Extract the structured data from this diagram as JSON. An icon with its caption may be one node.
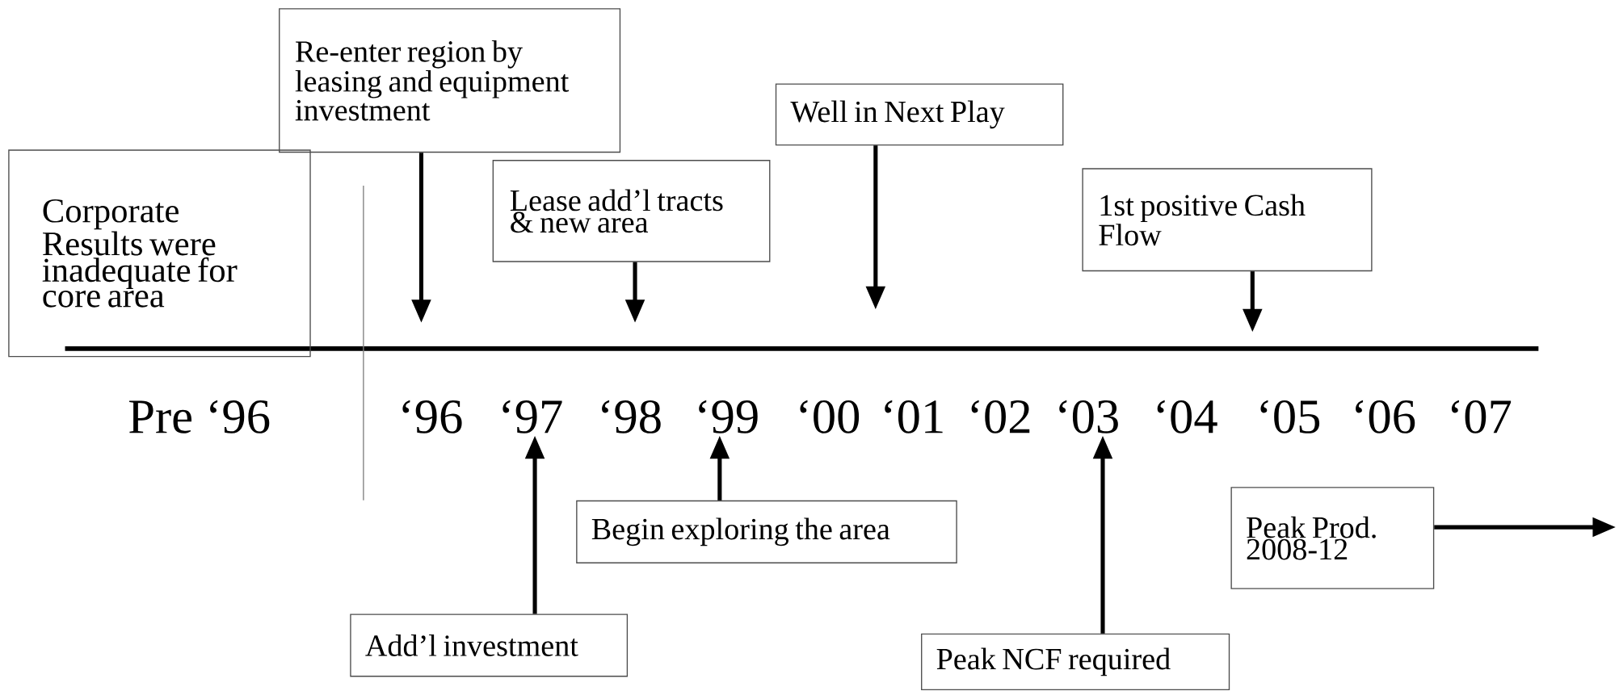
{
  "diagram": {
    "nodes": [
      {
        "text": [
          "Corporate Results were inadequate for core area"
        ]
      },
      {
        "text": [
          "Re-enter region by leasing and equipment investment"
        ]
      },
      {
        "text": [
          "Lease add’l tracts & new area"
        ]
      },
      {
        "text": [
          "Well in Next Play"
        ]
      },
      {
        "text": [
          "1st positive Cash Flow"
        ]
      },
      {
        "text": [
          "Begin exploring the area"
        ]
      },
      {
        "text": [
          "Add’l investment"
        ]
      },
      {
        "text": [
          "Peak NCF required"
        ]
      },
      {
        "text": [
          "Peak Prod. 2008-12"
        ]
      },
      {
        "text": [
          "Pre ‘96"
        ]
      },
      {
        "text": [
          "‘96"
        ]
      },
      {
        "text": [
          "‘97"
        ]
      },
      {
        "text": [
          "‘98"
        ]
      },
      {
        "text": [
          "‘99"
        ]
      },
      {
        "text": [
          "‘00"
        ]
      },
      {
        "text": [
          "‘01"
        ]
      },
      {
        "text": [
          "‘02"
        ]
      },
      {
        "text": [
          "‘03"
        ]
      },
      {
        "text": [
          "‘04"
        ]
      },
      {
        "text": [
          "‘05"
        ]
      },
      {
        "text": [
          "‘06"
        ]
      },
      {
        "text": [
          "‘07"
        ]
      }
    ],
    "edges": [
      {
        "from": 1,
        "to": null,
        "arrow": "to"
      },
      {
        "from": 2,
        "to": null,
        "arrow": "to"
      },
      {
        "from": 3,
        "to": null,
        "arrow": "to"
      },
      {
        "from": 4,
        "to": null,
        "arrow": "to"
      },
      {
        "from": 5,
        "to": 13,
        "arrow": "to"
      },
      {
        "from": 6,
        "to": 11,
        "arrow": "to"
      },
      {
        "from": 7,
        "to": 17,
        "arrow": "to"
      },
      {
        "from": 8,
        "to": null,
        "arrow": "to"
      }
    ]
  }
}
